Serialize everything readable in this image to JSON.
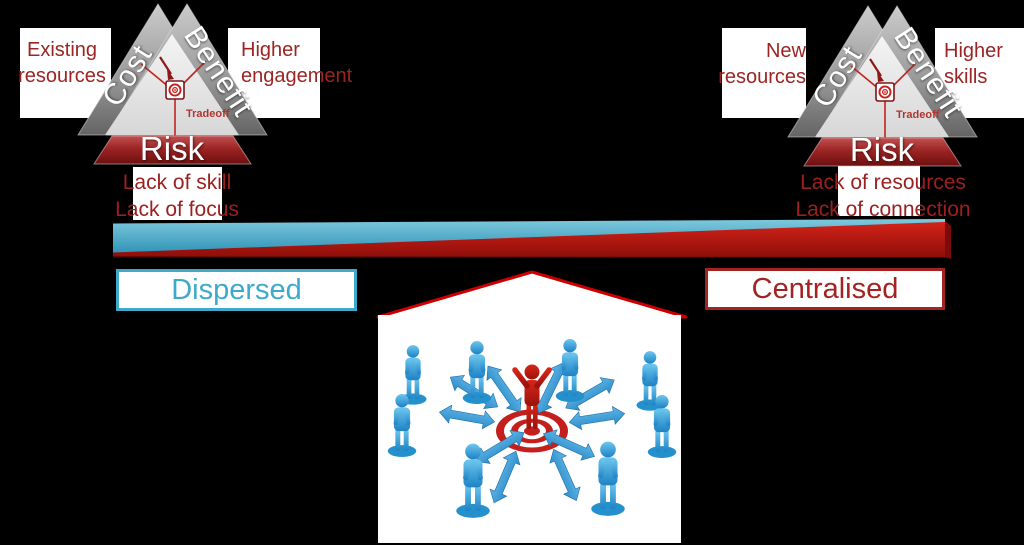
{
  "canvas": {
    "background": "#000000"
  },
  "left_triad": {
    "side_left": "Cost",
    "side_right": "Benefit",
    "base": "Risk",
    "center": "Tradeoff",
    "label_left_line1": "Existing",
    "label_left_line2": "resources",
    "label_right_line1": "Higher",
    "label_right_line2": "engagement",
    "risk_line1": "Lack of skill",
    "risk_line2": "Lack of focus"
  },
  "right_triad": {
    "side_left": "Cost",
    "side_right": "Benefit",
    "base": "Risk",
    "center": "Tradeoff",
    "label_left_line1": "New",
    "label_left_line2": "resources",
    "label_right_line1": "Higher",
    "label_right_line2": "skills",
    "risk_line1": "Lack of resources",
    "risk_line2": "Lack of connection"
  },
  "scale": {
    "left_label": "Dispersed",
    "right_label": "Centralised"
  },
  "colors": {
    "dispersed_blue": "#3fa9cc",
    "centralised_red": "#a32222",
    "beam_blue": "#3aa4c4",
    "beam_red": "#c0120c",
    "risk_bar_red": "#8c1a1a",
    "dark_red_text": "#9c2423",
    "band_gray": "#8a8a8a"
  },
  "icons": {
    "triad_center": "bullseye-target-icon",
    "image_center": "red-person-on-bullseye",
    "image_ring": "blue-person-figures",
    "image_arrows": "double-headed-arrows"
  }
}
